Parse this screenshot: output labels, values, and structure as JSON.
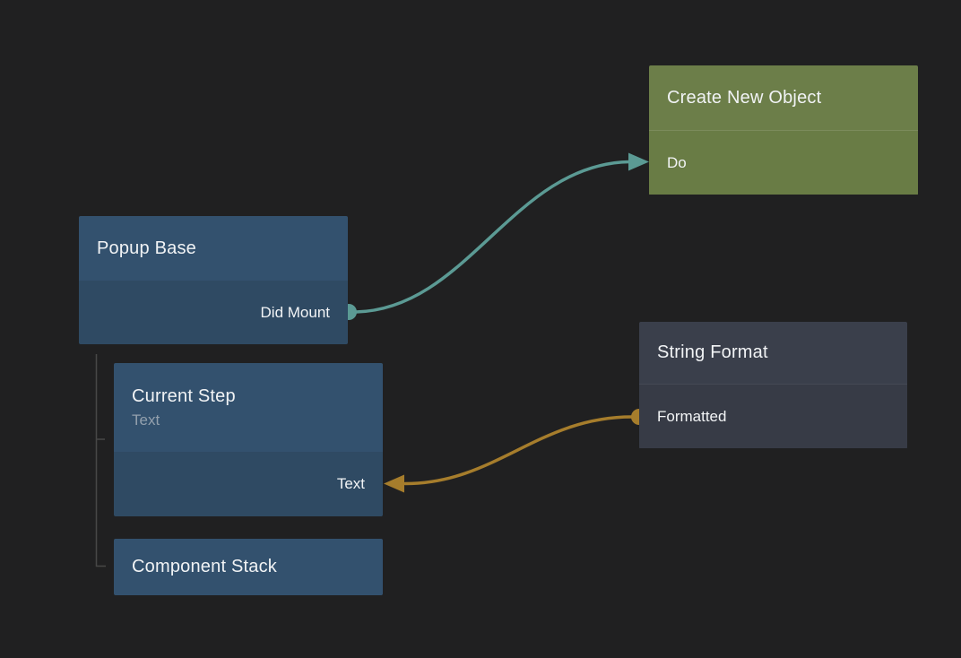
{
  "canvas": {
    "background_color": "#202021",
    "hierarchy_line_color": "#474747"
  },
  "nodes": {
    "create_new_object": {
      "title": "Create New Object",
      "header_color": "#6c7e49",
      "body_color": "#697c45",
      "inputs": [
        {
          "label": "Do"
        }
      ]
    },
    "popup_base": {
      "title": "Popup Base",
      "header_color": "#33516e",
      "body_color": "#2f4a63",
      "outputs": [
        {
          "label": "Did Mount"
        }
      ]
    },
    "string_format": {
      "title": "String Format",
      "header_color": "#3a3f4b",
      "body_color": "#373b46",
      "outputs": [
        {
          "label": "Formatted"
        }
      ]
    },
    "current_step": {
      "title": "Current Step",
      "subtitle": "Text",
      "header_color": "#33516e",
      "body_color": "#2f4a63",
      "inputs": [
        {
          "label": "Text"
        }
      ]
    },
    "component_stack": {
      "title": "Component Stack",
      "color": "#33516e"
    }
  },
  "connections": [
    {
      "id": "signal-did-mount-to-do",
      "color": "#5b9a94"
    },
    {
      "id": "data-formatted-to-text",
      "color": "#a67d2c"
    }
  ]
}
